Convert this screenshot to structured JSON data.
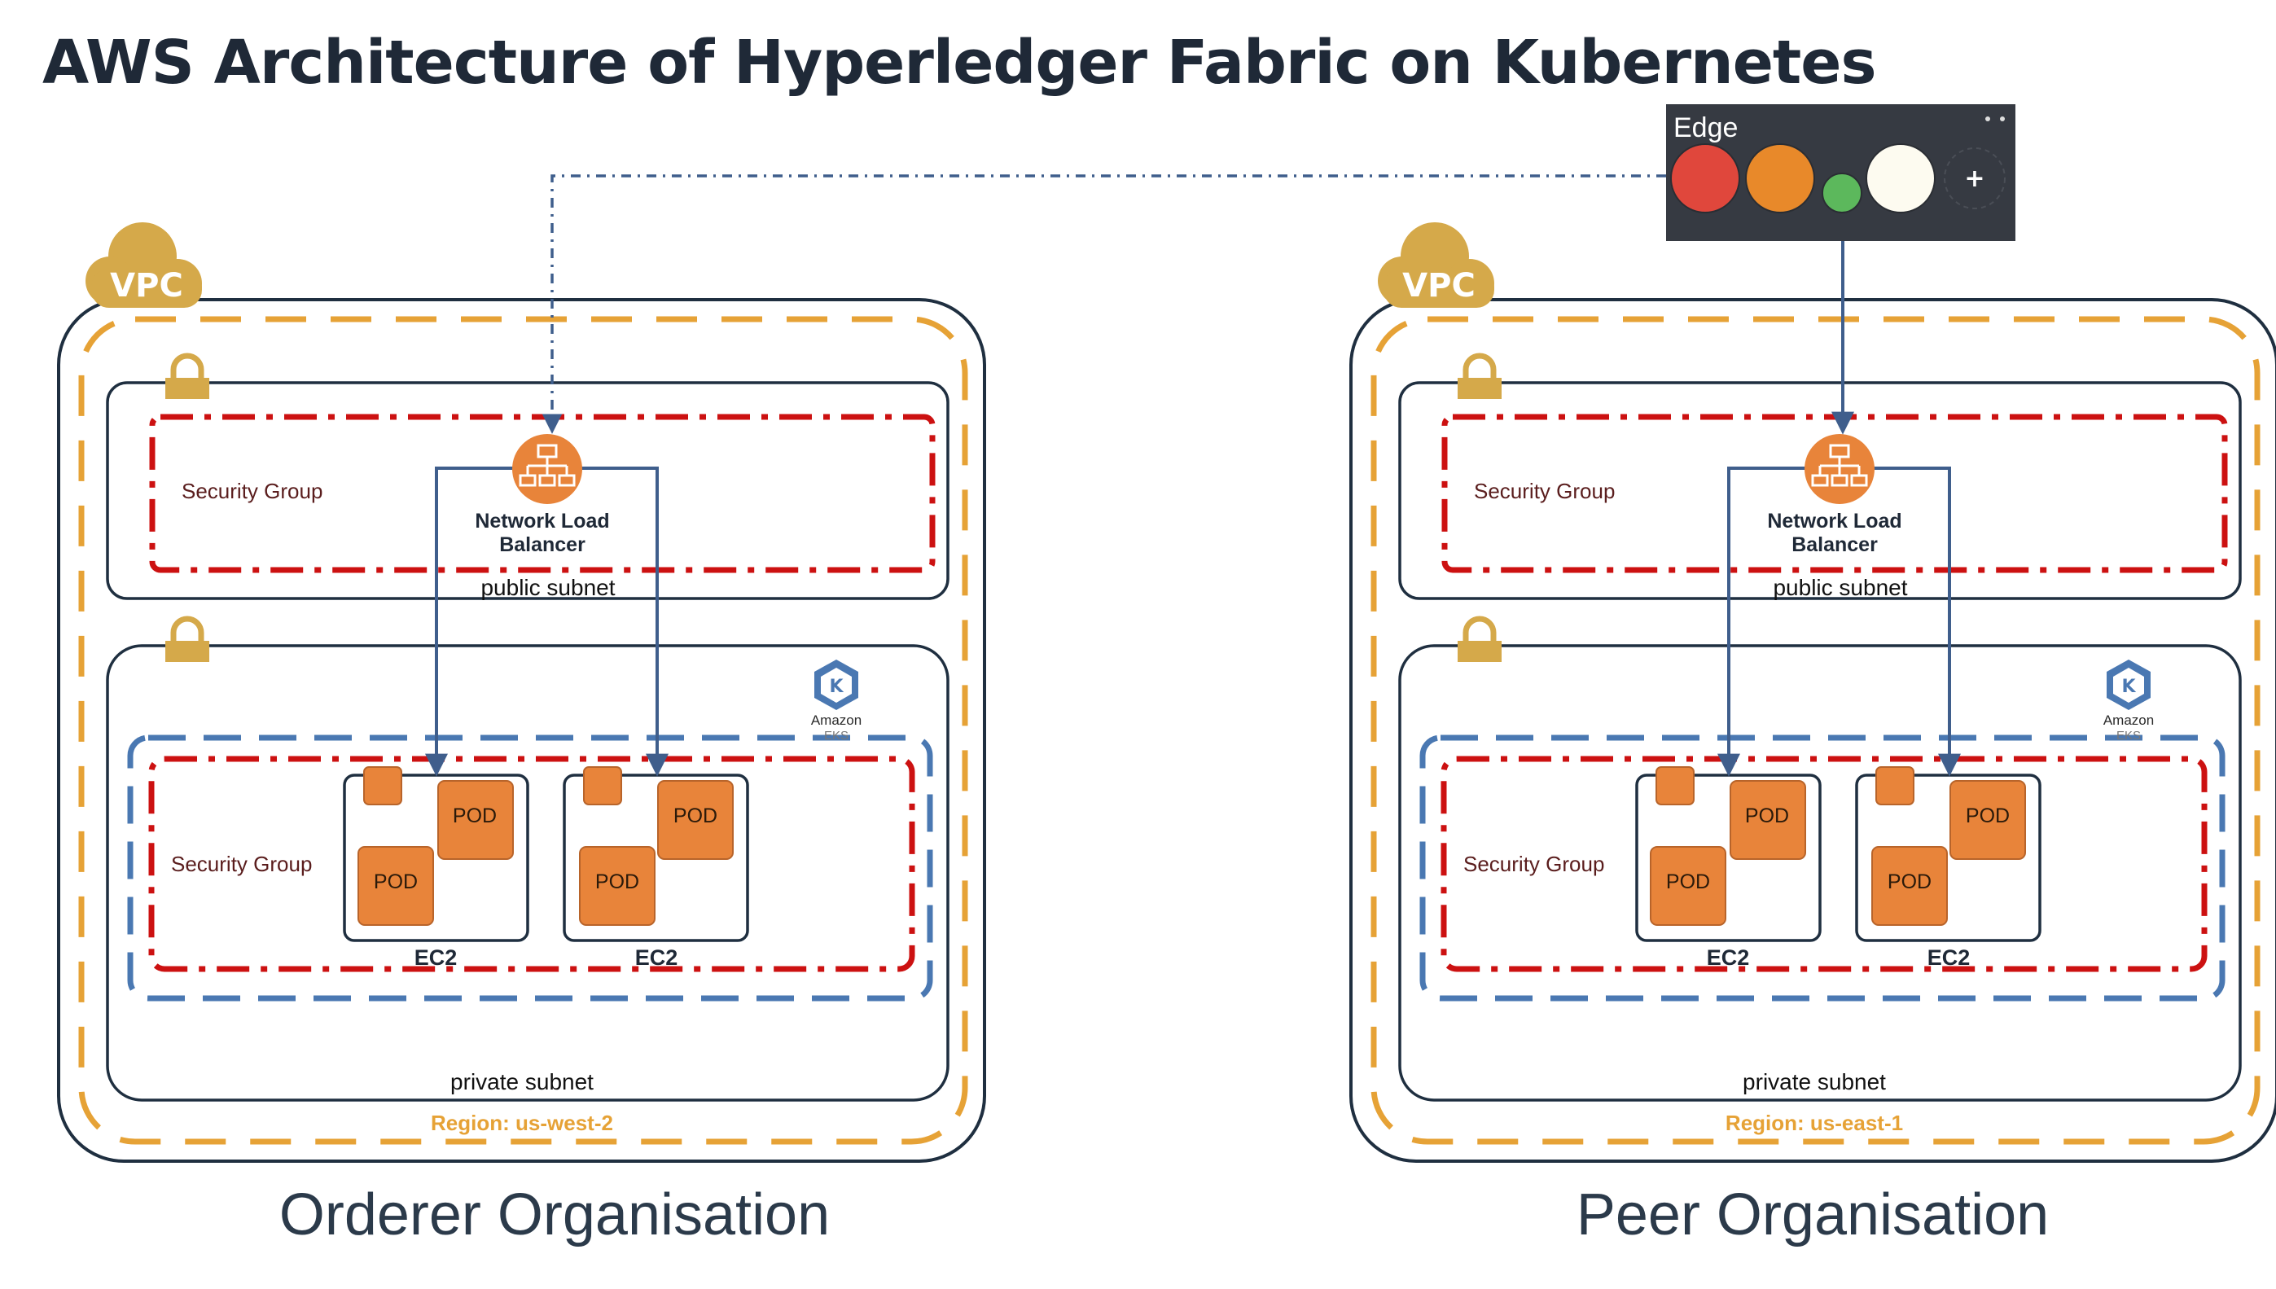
{
  "title": "AWS Architecture of Hyperledger Fabric on Kubernetes",
  "edge_panel": {
    "title": "Edge",
    "add_label": "+",
    "dot_colors": [
      "#e0473c",
      "#e8892a",
      "#5cb85c",
      "#fdfbf0"
    ]
  },
  "colors": {
    "vpc_gold": "#d5a94a",
    "region_orange": "#e6a236",
    "security_red": "#cc1111",
    "eks_blue": "#4a78b2",
    "nlb_orange": "#e8843a",
    "pod_orange": "#e8843a",
    "connector_blue": "#3f5e8c"
  },
  "orgs": [
    {
      "name": "Orderer Organisation",
      "vpc_label": "VPC",
      "region": "Region: us-west-2",
      "public_subnet": "public subnet",
      "private_subnet": "private subnet",
      "public_sg": "Security Group",
      "private_sg": "Security Group",
      "nlb_line1": "Network Load",
      "nlb_line2": "Balancer",
      "eks_line1": "Amazon",
      "eks_line2": "EKS",
      "ec2_label": "EC2",
      "pod_label": "POD"
    },
    {
      "name": "Peer Organisation",
      "vpc_label": "VPC",
      "region": "Region: us-east-1",
      "public_subnet": "public subnet",
      "private_subnet": "private subnet",
      "public_sg": "Security Group",
      "private_sg": "Security Group",
      "nlb_line1": "Network Load",
      "nlb_line2": "Balancer",
      "eks_line1": "Amazon",
      "eks_line2": "EKS",
      "ec2_label": "EC2",
      "pod_label": "POD"
    }
  ]
}
